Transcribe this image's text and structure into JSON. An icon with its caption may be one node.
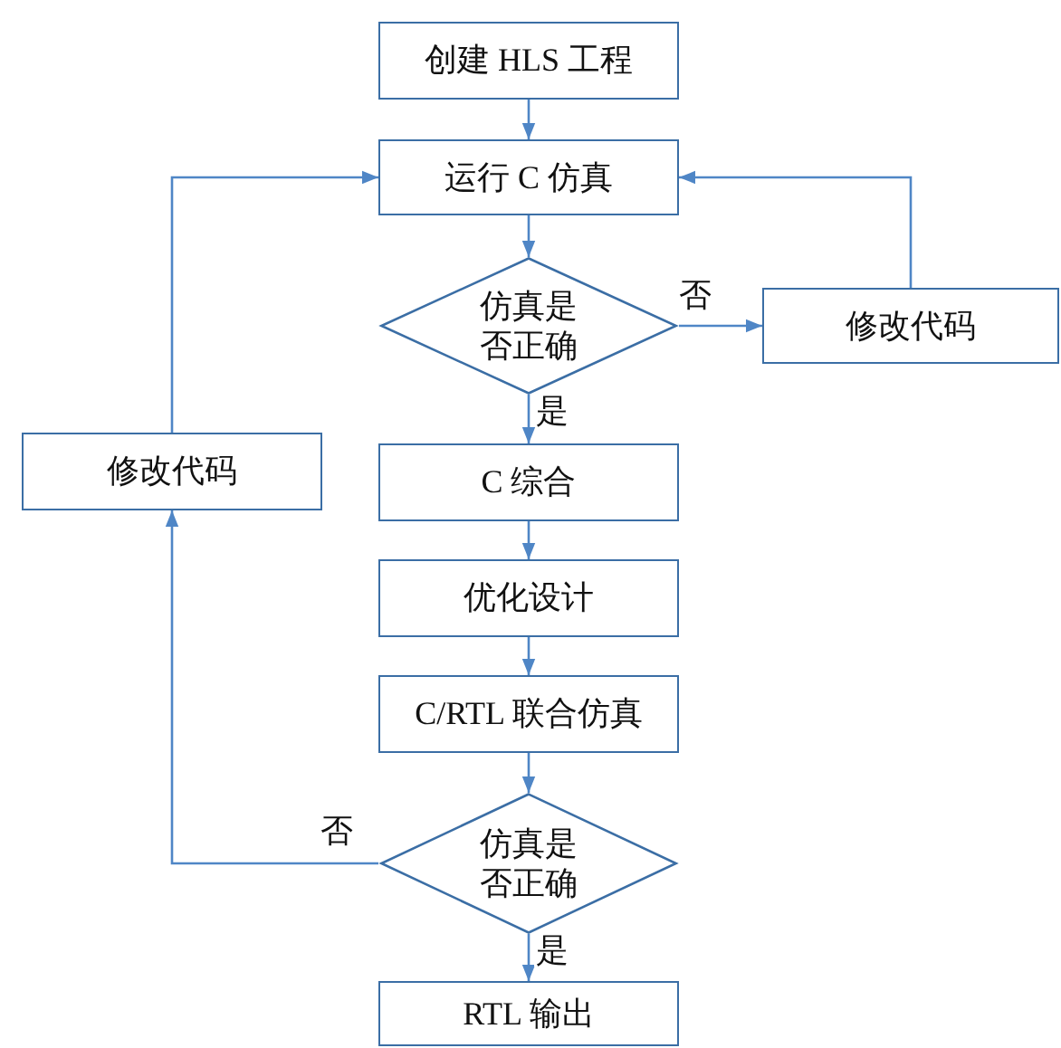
{
  "diagram": {
    "nodes": [
      {
        "text": [
          "创建 HLS 工程"
        ]
      },
      {
        "text": [
          "运行 C 仿真"
        ]
      },
      {
        "text": [
          "仿真是否正确"
        ]
      },
      {
        "text": [
          "修改代码"
        ]
      },
      {
        "text": [
          "修改代码"
        ]
      },
      {
        "text": [
          "C 综合"
        ]
      },
      {
        "text": [
          "优化设计"
        ]
      },
      {
        "text": [
          "C/RTL 联合仿真"
        ]
      },
      {
        "text": [
          "仿真是否正确"
        ]
      },
      {
        "text": [
          "RTL 输出"
        ]
      }
    ],
    "edges": [
      {
        "from": 0,
        "to": 1,
        "arrow": "to"
      },
      {
        "from": 1,
        "to": 2,
        "arrow": "to"
      },
      {
        "from": 2,
        "to": 3,
        "arrow": "to",
        "label": "否"
      },
      {
        "from": 3,
        "to": 1,
        "arrow": "to"
      },
      {
        "from": 2,
        "to": 5,
        "arrow": "to",
        "label": "是"
      },
      {
        "from": 5,
        "to": 6,
        "arrow": "to"
      },
      {
        "from": 6,
        "to": 7,
        "arrow": "to"
      },
      {
        "from": 7,
        "to": 8,
        "arrow": "to"
      },
      {
        "from": 8,
        "to": 4,
        "arrow": "to",
        "label": "否"
      },
      {
        "from": 4,
        "to": 1,
        "arrow": "to"
      },
      {
        "from": 8,
        "to": 9,
        "arrow": "to",
        "label": "是"
      }
    ]
  }
}
